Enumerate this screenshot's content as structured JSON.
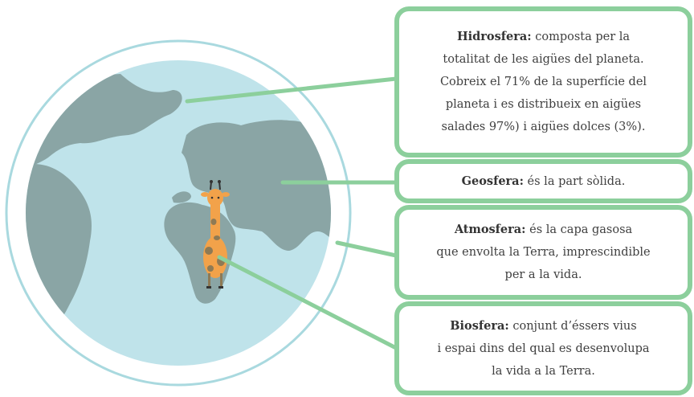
{
  "boxes": {
    "hidrosfera": {
      "term": "Hidrosfera:",
      "lines": [
        "composta per la",
        "totalitat de les aigües del planeta.",
        "Cobreix el 71% de la superfície del",
        "planeta i es distribueix en aigües",
        "salades 97%) i aigües dolces (3%)."
      ]
    },
    "geosfera": {
      "term": "Geosfera:",
      "lines": [
        "és la part sòlida."
      ]
    },
    "atmosfera": {
      "term": "Atmosfera:",
      "lines": [
        "és la capa gasosa",
        "que envolta la Terra, imprescindible",
        "per a la vida."
      ]
    },
    "biosfera": {
      "term": "Biosfera:",
      "lines": [
        "conjunt d’éssers vius",
        "i espai dins del qual es desenvolupa",
        "la vida a la Terra."
      ]
    }
  },
  "colors": {
    "ocean": "#bfe3ea",
    "land": "#8aa5a5",
    "atmosphere_ring": "#a9d9df",
    "box_border": "#8ccf9c",
    "connector": "#8ccf9c",
    "giraffe_body": "#f2a24a",
    "giraffe_spots": "#8e7a55"
  },
  "icons": [
    "globe-illustration",
    "giraffe-illustration"
  ]
}
